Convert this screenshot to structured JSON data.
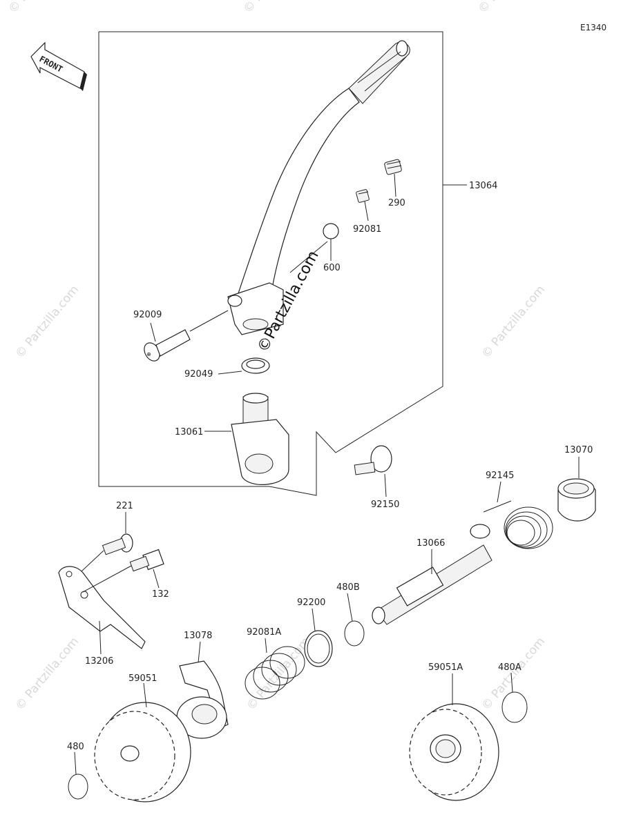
{
  "diagram": {
    "ref_code": "E1340",
    "front_label": "FRONT",
    "watermark": "© Partzilla.com",
    "watermark_center": "©Partzilla.com",
    "parts": {
      "p13064": "13064",
      "p290": "290",
      "p92081": "92081",
      "p600": "600",
      "p92009": "92009",
      "p92049": "92049",
      "p13061": "13061",
      "p92150": "92150",
      "p13070": "13070",
      "p92145": "92145",
      "p13066": "13066",
      "p221": "221",
      "p132": "132",
      "p13206": "13206",
      "p480B": "480B",
      "p92200": "92200",
      "p92081A": "92081A",
      "p13078": "13078",
      "p59051": "59051",
      "p480": "480",
      "p59051A": "59051A",
      "p480A": "480A"
    }
  }
}
